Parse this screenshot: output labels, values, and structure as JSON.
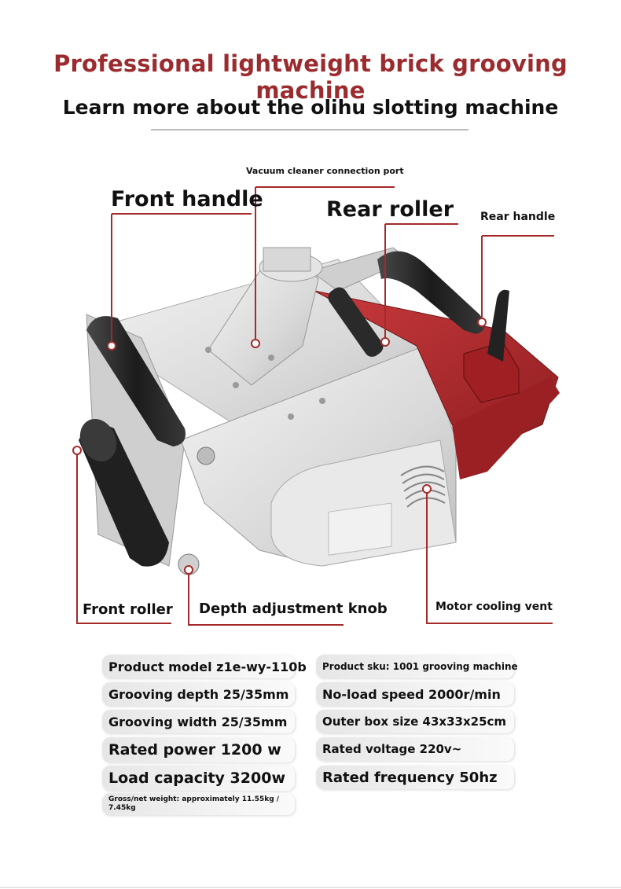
{
  "title": "Professional lightweight brick grooving machine",
  "subtitle": "Learn more about the olihu slotting machine",
  "callouts": {
    "vacuum_port": "Vacuum cleaner connection port",
    "front_handle": "Front handle",
    "rear_roller": "Rear roller",
    "rear_handle": "Rear handle",
    "front_roller": "Front roller",
    "depth_knob": "Depth adjustment knob",
    "cooling_vent": "Motor cooling vent"
  },
  "specs": {
    "model": "Product model z1e-wy-110b",
    "sku": "Product sku: 1001 grooving machine",
    "depth": "Grooving depth 25/35mm",
    "speed": "No-load speed 2000r/min",
    "width": "Grooving width 25/35mm",
    "box": "Outer box size 43x33x25cm",
    "power": "Rated power 1200 w",
    "voltage": "Rated voltage 220v~",
    "capacity": "Load capacity 3200w",
    "frequency": "Rated frequency 50hz",
    "weight": "Gross/net weight: approximately 11.55kg / 7.45kg"
  },
  "colors": {
    "title_red": "#9b2b2e",
    "accent_red": "#a52a2a",
    "body_red": "#b8262a",
    "body_silver": "#dcdcdc"
  }
}
